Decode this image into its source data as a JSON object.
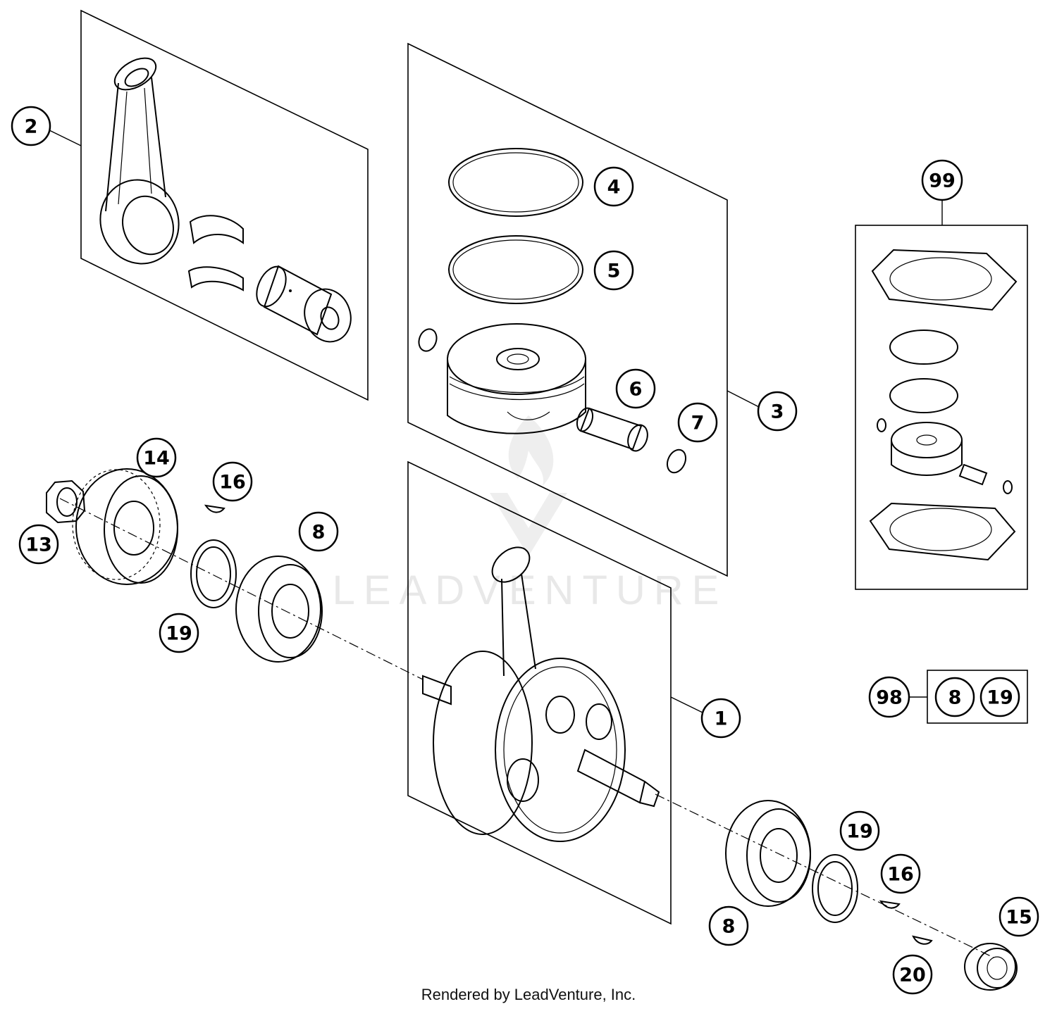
{
  "watermark": "LEADVENTURE",
  "footer": "Rendered by LeadVenture, Inc.",
  "colors": {
    "line": "#000000",
    "background": "#ffffff",
    "watermark": "#e8e8e8"
  },
  "callouts": {
    "c1": "1",
    "c2": "2",
    "c3": "3",
    "c4": "4",
    "c5": "5",
    "c6": "6",
    "c7": "7",
    "c8a": "8",
    "c8b": "8",
    "c8c": "8",
    "c13": "13",
    "c14": "14",
    "c15": "15",
    "c16a": "16",
    "c16b": "16",
    "c19a": "19",
    "c19b": "19",
    "c19c": "19",
    "c20": "20",
    "c98": "98",
    "c99": "99"
  }
}
